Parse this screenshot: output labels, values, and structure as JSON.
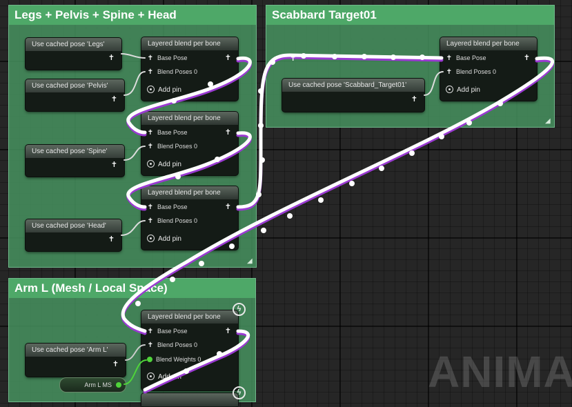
{
  "comments": {
    "legs": {
      "title": "Legs + Pelvis + Spine + Head"
    },
    "scabbard": {
      "title": "Scabbard Target01"
    },
    "arm": {
      "title": "Arm L (Mesh / Local Space)"
    }
  },
  "cached_poses": {
    "legs": "Use cached pose 'Legs'",
    "pelvis": "Use cached pose 'Pelvis'",
    "spine": "Use cached pose 'Spine'",
    "head": "Use cached pose 'Head'",
    "scabbard": "Use cached pose 'Scabbard_Target01'",
    "arm": "Use cached pose 'Arm L'"
  },
  "blend_node": {
    "title": "Layered blend per bone",
    "base_pose": "Base Pose",
    "blend_poses": "Blend Poses 0",
    "blend_weights": "Blend Weights 0",
    "add_pin": "Add pin"
  },
  "variable": {
    "arm_ms": "Arm L MS"
  },
  "watermark": "ANIMAT",
  "icons": {
    "pose": "pose-figure-icon",
    "bolt": "fast-path-bolt-icon",
    "add": "add-pin-icon"
  },
  "colors": {
    "comment": "#4ea868",
    "exec_wire": "#ffffff",
    "bool_pin": "#4fd43a"
  }
}
